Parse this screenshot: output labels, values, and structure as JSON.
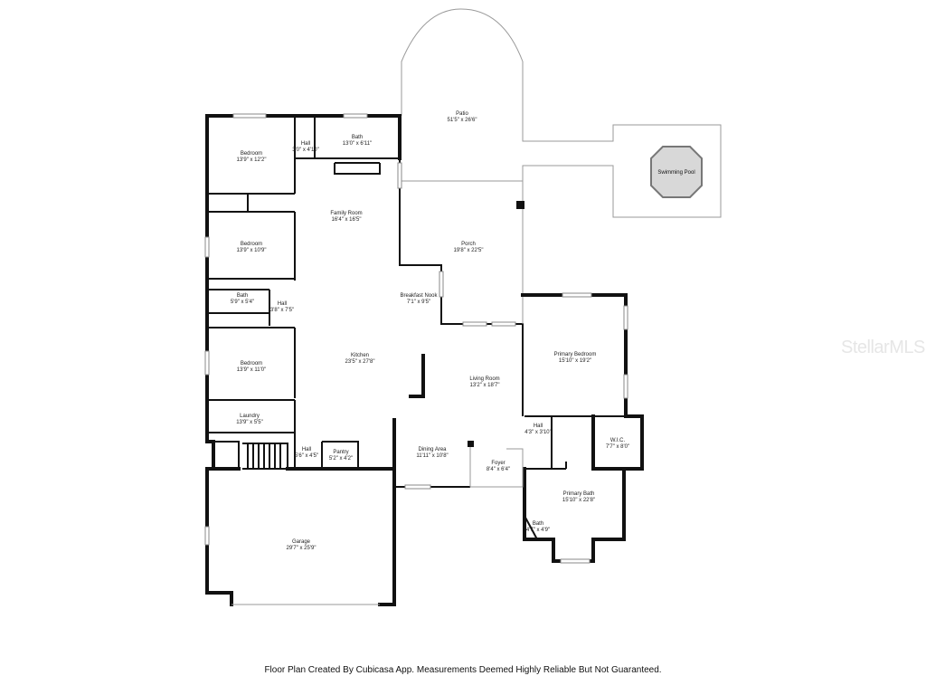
{
  "rooms": [
    {
      "id": "patio",
      "name": "Patio",
      "dims": "51'5\" x 26'6\""
    },
    {
      "id": "bedroom-1",
      "name": "Bedroom",
      "dims": "13'9\" x 12'2\""
    },
    {
      "id": "hall-1",
      "name": "Hall",
      "dims": "3'0\" x 4'10\""
    },
    {
      "id": "bath-1",
      "name": "Bath",
      "dims": "13'0\" x 6'11\""
    },
    {
      "id": "family-room",
      "name": "Family Room",
      "dims": "16'4\" x 16'5\""
    },
    {
      "id": "bedroom-2",
      "name": "Bedroom",
      "dims": "13'9\" x 10'9\""
    },
    {
      "id": "porch",
      "name": "Porch",
      "dims": "19'8\" x 22'5\""
    },
    {
      "id": "bath-2",
      "name": "Bath",
      "dims": "5'9\" x 5'4\""
    },
    {
      "id": "hall-2",
      "name": "Hall",
      "dims": "3'8\" x 7'5\""
    },
    {
      "id": "breakfast-nook",
      "name": "Breakfast Nook",
      "dims": "7'1\" x 9'5\""
    },
    {
      "id": "primary-bedroom",
      "name": "Primary Bedroom",
      "dims": "15'10\" x 19'2\""
    },
    {
      "id": "bedroom-3",
      "name": "Bedroom",
      "dims": "13'9\" x 11'0\""
    },
    {
      "id": "kitchen",
      "name": "Kitchen",
      "dims": "23'5\" x 27'8\""
    },
    {
      "id": "living-room",
      "name": "Living Room",
      "dims": "13'2\" x 18'7\""
    },
    {
      "id": "laundry",
      "name": "Laundry",
      "dims": "13'9\" x 5'5\""
    },
    {
      "id": "hall-3",
      "name": "Hall",
      "dims": "4'3\" x 3'10\""
    },
    {
      "id": "wic",
      "name": "W.I.C.",
      "dims": "7'7\" x 8'0\""
    },
    {
      "id": "hall-4",
      "name": "Hall",
      "dims": "5'6\" x 4'5\""
    },
    {
      "id": "pantry",
      "name": "Pantry",
      "dims": "5'2\" x 4'2\""
    },
    {
      "id": "dining-area",
      "name": "Dining Area",
      "dims": "11'11\" x 10'8\""
    },
    {
      "id": "foyer",
      "name": "Foyer",
      "dims": "8'4\" x 6'4\""
    },
    {
      "id": "primary-bath",
      "name": "Primary Bath",
      "dims": "15'10\" x 22'8\""
    },
    {
      "id": "bath-3",
      "name": "Bath",
      "dims": "4'7\" x 4'9\""
    },
    {
      "id": "garage",
      "name": "Garage",
      "dims": "29'7\" x 25'9\""
    }
  ],
  "pool": {
    "label": "Swimming Pool"
  },
  "watermark": "StellarMLS",
  "footer": "Floor Plan Created By Cubicasa App. Measurements Deemed Highly Reliable But Not Guaranteed.",
  "colors": {
    "walls": "#111111",
    "outline": "#9a9a9a",
    "pool": "#d8d8d8"
  }
}
